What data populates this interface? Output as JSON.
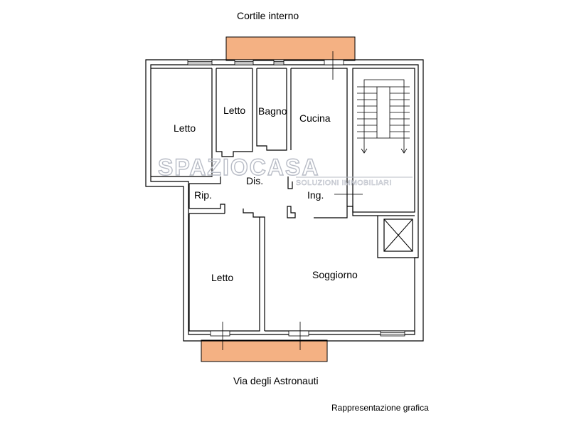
{
  "labels": {
    "top_street": "Cortile interno",
    "bottom_street": "Via degli Astronauti",
    "caption": "Rappresentazione grafica"
  },
  "rooms": {
    "letto_1": "Letto",
    "letto_2": "Letto",
    "bagno": "Bagno",
    "cucina": "Cucina",
    "disimpegno": "Dis.",
    "ripostiglio": "Rip.",
    "ingresso": "Ing.",
    "letto_3": "Letto",
    "soggiorno": "Soggiorno"
  },
  "watermark": {
    "brand": "SPAZIOCASA",
    "tagline": "SOLUZIONI IMMOBILIARI"
  },
  "colors": {
    "wall": "#000000",
    "balcony_fill": "#f4b183",
    "watermark": "#b8bcc6"
  }
}
